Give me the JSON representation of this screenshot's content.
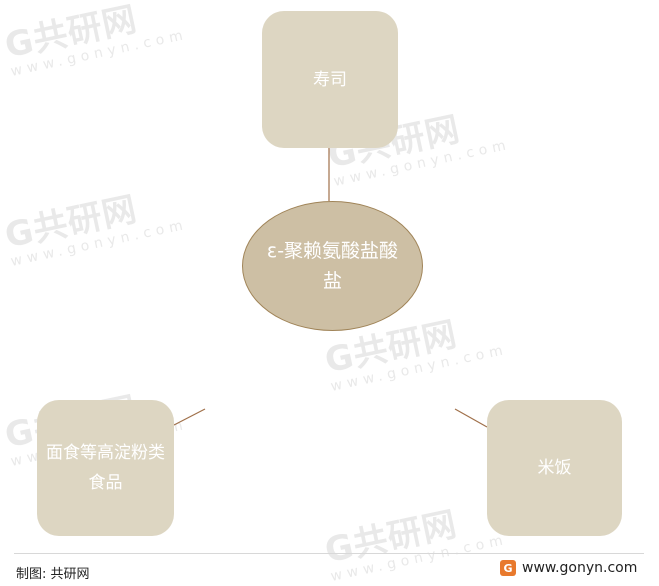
{
  "watermark": {
    "brand": "G共研网",
    "url": "www.gonyn.com"
  },
  "diagram": {
    "center": "ε-聚赖氨酸盐酸盐",
    "nodes": {
      "top": "寿司",
      "left": "面食等高淀粉类食品",
      "right": "米饭"
    },
    "colors": {
      "node_fill": "#ddd6c2",
      "center_fill": "#cdbfa4",
      "center_border": "#a08458",
      "connector": "#a0704a"
    }
  },
  "footer": {
    "credit": "制图: 共研网",
    "logo_icon": "gonyn-logo-icon",
    "site": "www.gonyn.com"
  }
}
